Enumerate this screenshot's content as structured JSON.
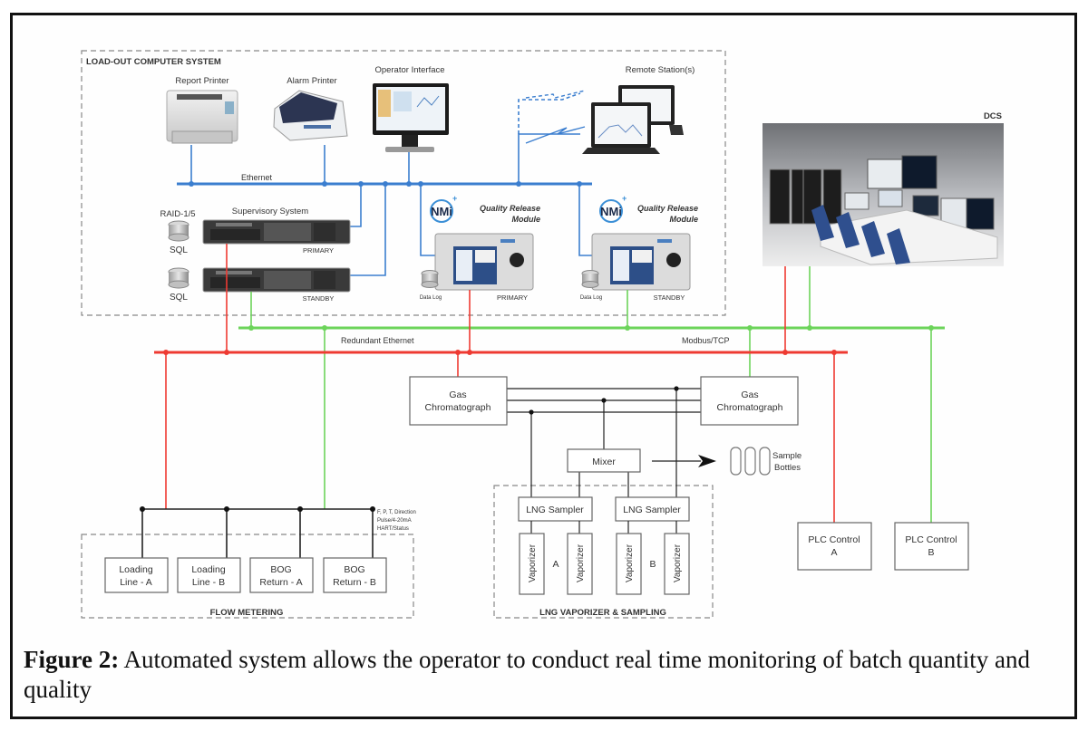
{
  "load_out_system": {
    "title": "LOAD-OUT COMPUTER SYSTEM",
    "report_printer": "Report Printer",
    "alarm_printer": "Alarm Printer",
    "operator_interface": "Operator Interface",
    "remote_stations": "Remote Station(s)",
    "ethernet": "Ethernet",
    "raid": "RAID-1/5",
    "sql_primary": "SQL",
    "sql_standby": "SQL",
    "supervisory_system": "Supervisory System",
    "server_primary": "PRIMARY",
    "server_standby": "STANDBY",
    "qrm_title_line1": "Quality Release",
    "qrm_title_line2": "Module",
    "nmi_logo": "NMi",
    "qrm_primary_datalog": "Data Log",
    "qrm_primary_label": "PRIMARY",
    "qrm_standby_datalog": "Data Log",
    "qrm_standby_label": "STANDBY"
  },
  "dcs": {
    "title": "DCS"
  },
  "networks": {
    "redundant_ethernet": "Redundant Ethernet",
    "modbus_tcp": "Modbus/TCP",
    "colors": {
      "ethernet": "#3b7ecf",
      "red_network": "#ee3a32",
      "green_network": "#6cd45a",
      "signal": "#222222"
    }
  },
  "analysis": {
    "gc_primary_line1": "Gas",
    "gc_primary_line2": "Chromatograph",
    "gc_standby_line1": "Gas",
    "gc_standby_line2": "Chromatograph",
    "mixer": "Mixer",
    "sample_bottles_line1": "Sample",
    "sample_bottles_line2": "Bottles"
  },
  "flow_metering": {
    "title": "FLOW METERING",
    "signal_note": [
      "F, P, T, Direction",
      "Pulse/4-20mA",
      "HART/Status"
    ],
    "meters": [
      {
        "line1": "Loading",
        "line2": "Line - A"
      },
      {
        "line1": "Loading",
        "line2": "Line - B"
      },
      {
        "line1": "BOG",
        "line2": "Return - A"
      },
      {
        "line1": "BOG",
        "line2": "Return - B"
      }
    ]
  },
  "vaporizer_sampling": {
    "title": "LNG VAPORIZER & SAMPLING",
    "sampler_a": "LNG Sampler",
    "sampler_b": "LNG Sampler",
    "vaporizer": "Vaporizer",
    "group_a": "A",
    "group_b": "B"
  },
  "plc": {
    "a_line1": "PLC Control",
    "a_line2": "A",
    "b_line1": "PLC Control",
    "b_line2": "B"
  },
  "caption": {
    "label": "Figure 2:",
    "text": " Automated system allows the operator to conduct real time monitoring of batch quantity and quality"
  }
}
